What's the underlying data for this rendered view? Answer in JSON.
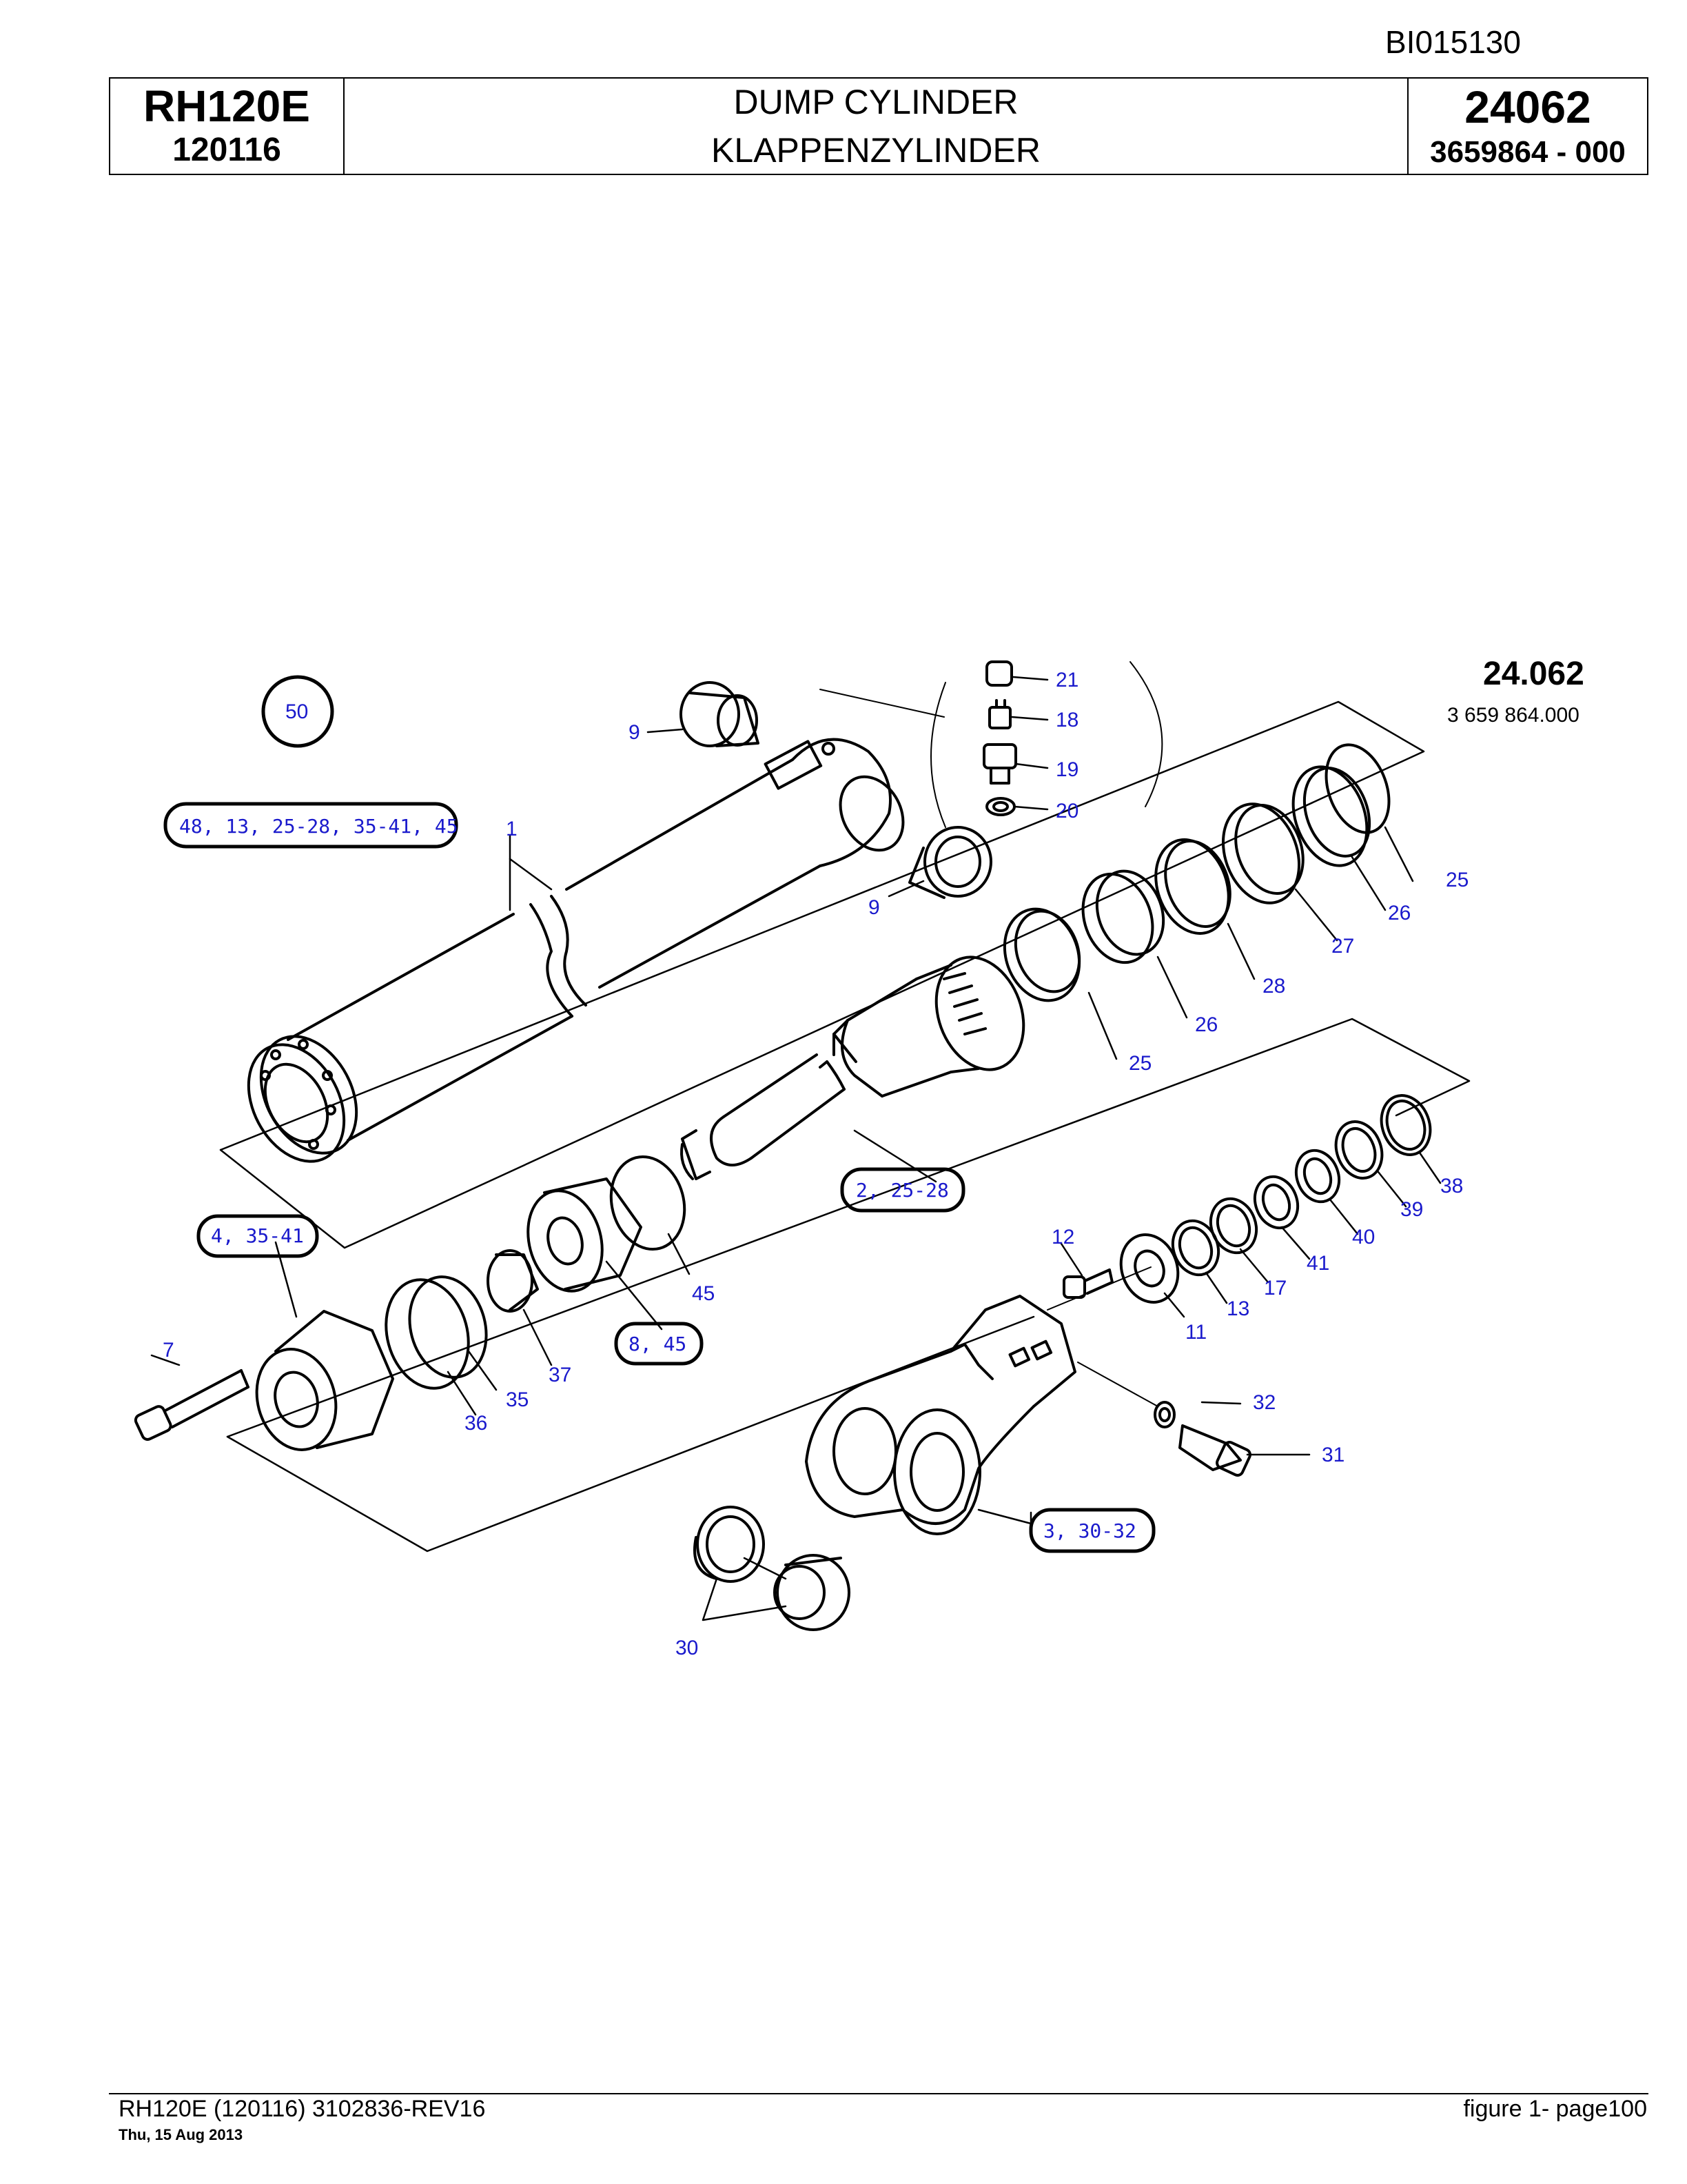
{
  "doc_id": "BI015130",
  "header": {
    "model": "RH120E",
    "serial": "120116",
    "title_en": "DUMP CYLINDER",
    "title_de": "KLAPPENZYLINDER",
    "group": "24062",
    "part_number": "3659864  - 000"
  },
  "drawing": {
    "group_label": "24.062",
    "part_label": "3 659 864.000",
    "callouts": {
      "c1": "1",
      "c7": "7",
      "c9a": "9",
      "c9b": "9",
      "c11": "11",
      "c12": "12",
      "c13": "13",
      "c17": "17",
      "c18": "18",
      "c19": "19",
      "c20": "20",
      "c21": "21",
      "c25a": "25",
      "c25b": "25",
      "c26a": "26",
      "c26b": "26",
      "c27": "27",
      "c28": "28",
      "c30": "30",
      "c31": "31",
      "c32": "32",
      "c35": "35",
      "c36": "36",
      "c37": "37",
      "c38": "38",
      "c39": "39",
      "c40": "40",
      "c41": "41",
      "c45": "45"
    },
    "kits": {
      "k50": "50",
      "k48": "48, 13, 25-28, 35-41, 45",
      "k2": "2, 25-28",
      "k4": "4, 35-41",
      "k8": "8, 45",
      "k3": "3, 30-32"
    }
  },
  "footer": {
    "left": "RH120E (120116) 3102836-REV16",
    "date": "Thu, 15 Aug 2013",
    "right": "figure  1- page100"
  }
}
